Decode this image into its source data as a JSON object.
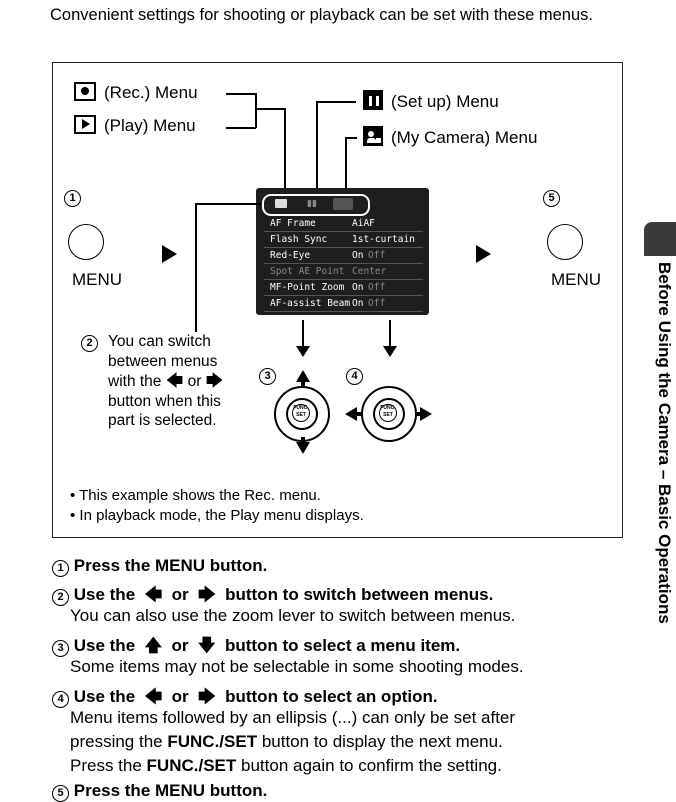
{
  "intro": "Convenient settings for shooting or playback can be set with these menus.",
  "labels": {
    "rec_menu": "(Rec.) Menu",
    "play_menu": "(Play) Menu",
    "setup_menu": "(Set up) Menu",
    "mycamera_menu": "(My Camera) Menu"
  },
  "num": {
    "n1": "1",
    "n2": "2",
    "n3": "3",
    "n4": "4",
    "n5": "5"
  },
  "menu_button_left": "MENU",
  "menu_button_right": "MENU",
  "lcd": {
    "rows": [
      {
        "name": "AF Frame",
        "value": "AiAF",
        "extra": ""
      },
      {
        "name": "Flash Sync",
        "value": "1st-curtain",
        "extra": ""
      },
      {
        "name": "Red-Eye",
        "value": "On",
        "extra": "Off"
      },
      {
        "name": "Spot AE Point",
        "value": "Center",
        "extra": ""
      },
      {
        "name": "MF-Point Zoom",
        "value": "On",
        "extra": "Off"
      },
      {
        "name": "AF-assist Beam",
        "value": "On",
        "extra": "Off"
      }
    ]
  },
  "desc": {
    "l1": "You can switch",
    "l2": "between menus",
    "l3a": "with the",
    "l3b": "or",
    "l4": "button when this",
    "l5": "part is selected."
  },
  "pad_label": "FUNC. SET",
  "notes": [
    "• This example shows the Rec. menu.",
    "• In playback mode, the Play menu displays."
  ],
  "steps": {
    "s1": "Press the MENU button.",
    "s2a": "Use the",
    "s2b": "or",
    "s2c": "button to switch between menus.",
    "s2sub": "You can also use the zoom lever to switch between menus.",
    "s3a": "Use the",
    "s3b": "or",
    "s3c": "button to select a menu item.",
    "s3sub": "Some items may not be selectable in some shooting modes.",
    "s4a": "Use the",
    "s4b": "or",
    "s4c": "button to select an option.",
    "s4sub1": "Menu items followed by an ellipsis (...) can only be set after",
    "s4sub2a": "pressing the",
    "s4sub2b": "FUNC./SET",
    "s4sub2c": "button to display the next menu.",
    "s4sub3a": "Press the",
    "s4sub3b": "FUNC./SET",
    "s4sub3c": "button again to confirm the setting.",
    "s5": "Press the MENU button."
  },
  "sidebar": "Before Using the Camera – Basic Operations",
  "colors": {
    "tab": "#3a3a3a",
    "lcd": "#1e1e1e"
  }
}
